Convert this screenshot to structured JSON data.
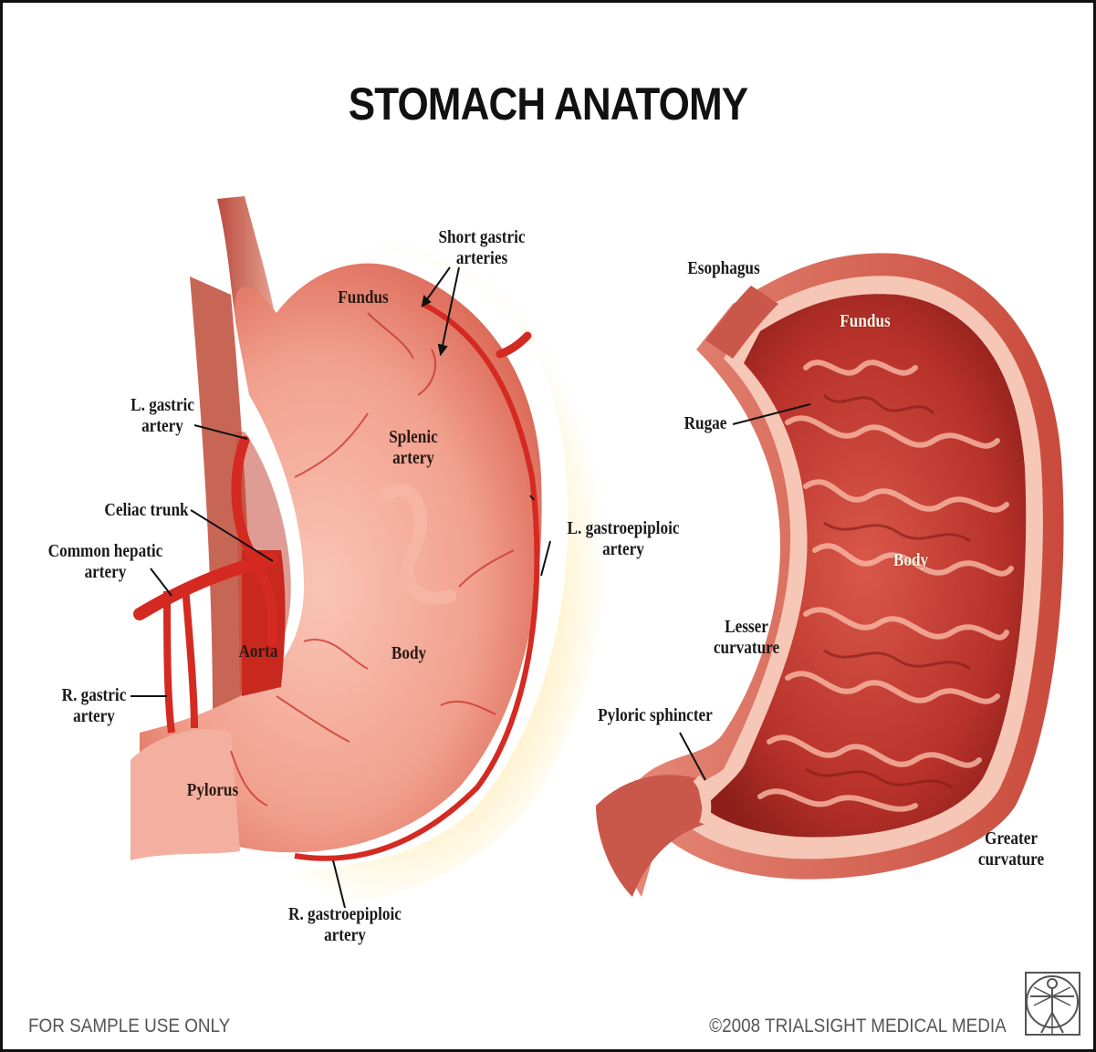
{
  "title": "STOMACH ANATOMY",
  "left_figure": {
    "labels": {
      "short_gastric_arteries": [
        "Short gastric",
        "arteries"
      ],
      "fundus": "Fundus",
      "l_gastric_artery": [
        "L. gastric",
        "artery"
      ],
      "splenic_artery": [
        "Splenic",
        "artery"
      ],
      "celiac_trunk": "Celiac trunk",
      "common_hepatic_artery": [
        "Common hepatic",
        "artery"
      ],
      "l_gastroepiploic_artery": [
        "L. gastroepiploic",
        "artery"
      ],
      "aorta": "Aorta",
      "body": "Body",
      "r_gastric_artery": [
        "R. gastric",
        "artery"
      ],
      "pylorus": "Pylorus",
      "r_gastroepiploic_artery": [
        "R. gastroepiploic",
        "artery"
      ]
    }
  },
  "right_figure": {
    "labels": {
      "esophagus": "Esophagus",
      "fundus": "Fundus",
      "rugae": "Rugae",
      "body": "Body",
      "lesser_curvature": [
        "Lesser",
        "curvature"
      ],
      "pyloric_sphincter": "Pyloric sphincter",
      "greater_curvature": [
        "Greater",
        "curvature"
      ]
    }
  },
  "footer": {
    "left": "FOR SAMPLE USE ONLY",
    "right": "©2008 TRIALSIGHT MEDICAL MEDIA",
    "logo_icon": "vitruvian-man-logo"
  },
  "colors": {
    "stomach_outer": "#f2a08e",
    "artery": "#d42a22",
    "rugae_inner": "#c0392b",
    "text": "#1a1a1a"
  }
}
